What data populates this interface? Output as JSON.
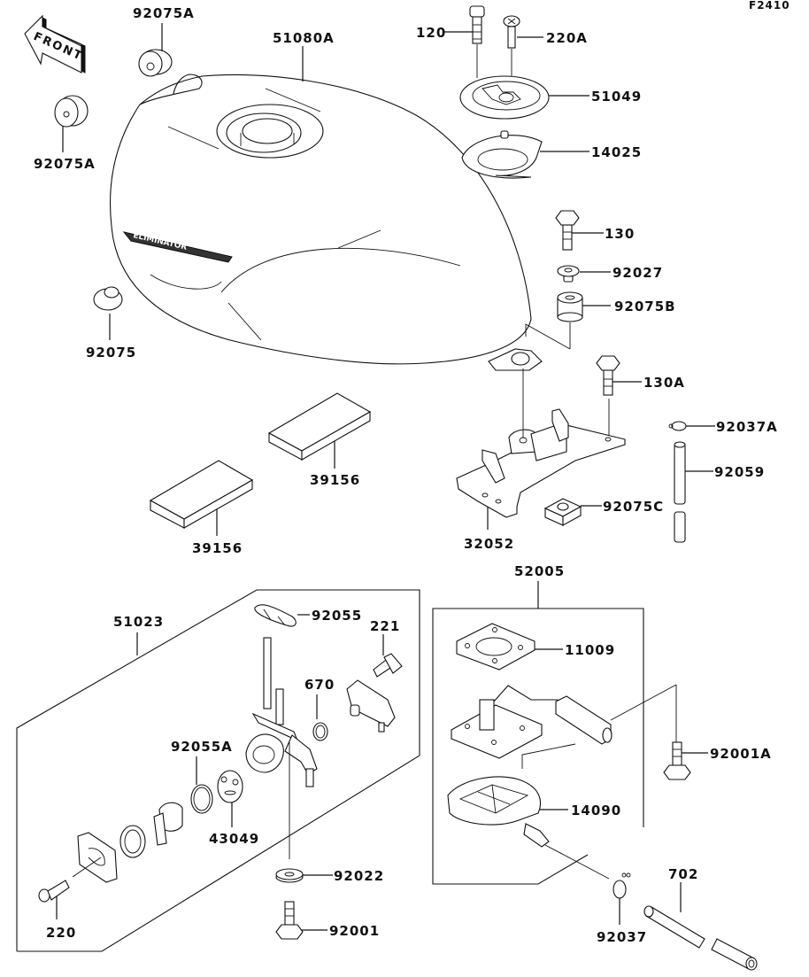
{
  "diagram": {
    "ref_code": "F2410",
    "front_arrow_label": "FRONT",
    "tank_emblem_text": "ELIMINATOR",
    "parts": {
      "p92075A_top": "92075A",
      "p92075A_left": "92075A",
      "p51080A": "51080A",
      "p120": "120",
      "p220A": "220A",
      "p51049": "51049",
      "p14025": "14025",
      "p130": "130",
      "p92027": "92027",
      "p92075B": "92075B",
      "p92075": "92075",
      "p130A": "130A",
      "p92037A": "92037A",
      "p92059": "92059",
      "p39156_right": "39156",
      "p39156_left": "39156",
      "p32052": "32052",
      "p92075C": "92075C",
      "p52005": "52005",
      "p51023": "51023",
      "p92055": "92055",
      "p221": "221",
      "p670": "670",
      "p11009": "11009",
      "p92055A": "92055A",
      "p92001A": "92001A",
      "p43049": "43049",
      "p14090": "14090",
      "p92022": "92022",
      "p220": "220",
      "p92001": "92001",
      "p92037": "92037",
      "p702": "702"
    }
  }
}
